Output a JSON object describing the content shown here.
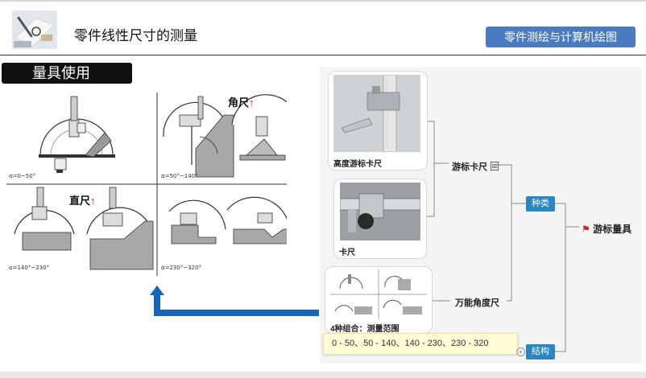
{
  "header": {
    "title": "零件线性尺寸的测量",
    "course_button": "零件测绘与计算机绘图"
  },
  "section": {
    "label": "量具使用"
  },
  "diagram": {
    "cells": [
      {
        "range": "α=0~50°"
      },
      {
        "range": "α=50°~140°",
        "callout": "角尺"
      },
      {
        "range": "α=140°~230°",
        "callout": "直尺"
      },
      {
        "range": "α=230°~320°"
      }
    ],
    "arrow_symbol": "↑"
  },
  "mindmap": {
    "root": "游标量具",
    "branch_types": "种类",
    "branch_structure": "结构",
    "vernier": "游标卡尺",
    "universal_angle": "万能角度尺",
    "card_height_gauge": "高度游标卡尺",
    "card_caliper": "卡尺",
    "card_combo": "4种组合：测量范围",
    "tooltip": "0 - 50、50 - 140、140 - 230、230 - 320"
  },
  "colors": {
    "accent": "#4a7ac0",
    "node_blue": "#2a86c3",
    "arrow_blue": "#1565b8",
    "flag_red": "#d02020"
  }
}
